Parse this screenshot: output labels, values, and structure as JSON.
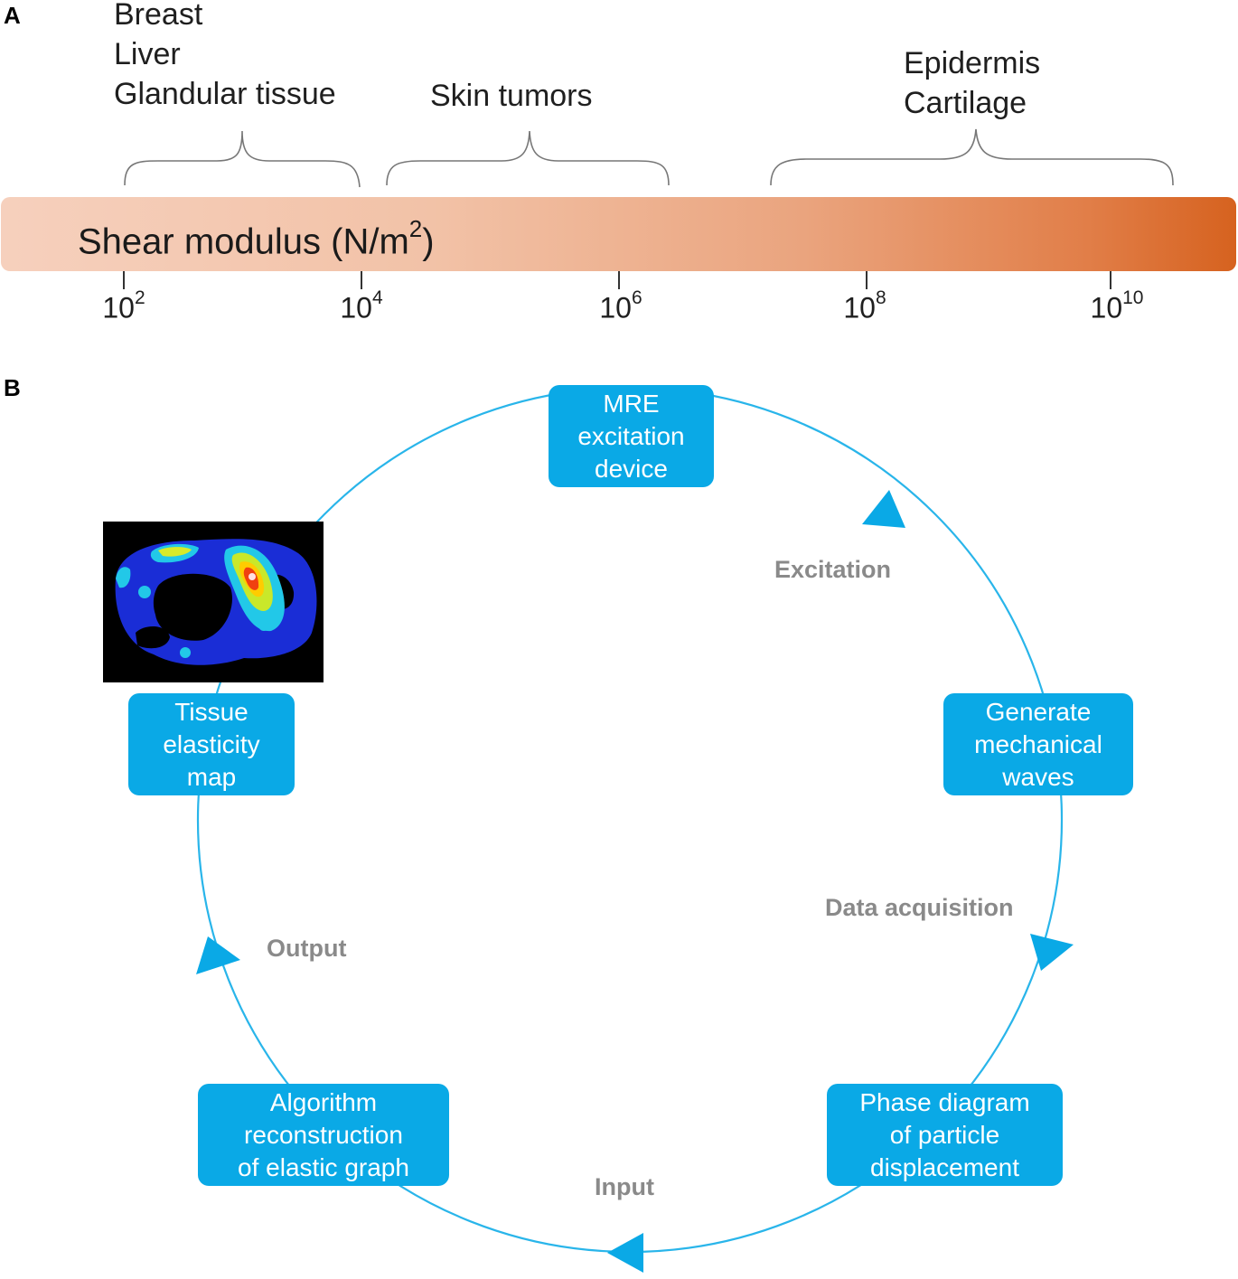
{
  "panels": {
    "a": "A",
    "b": "B"
  },
  "panel_a": {
    "groups": [
      {
        "lines": [
          "Breast",
          "Liver",
          "Glandular tissue"
        ]
      },
      {
        "lines": [
          "Skin tumors"
        ]
      },
      {
        "lines": [
          "Epidermis",
          "Cartilage"
        ]
      }
    ],
    "bar_label": "Shear modulus (N/m",
    "bar_label_sup": "2",
    "bar_label_close": ")",
    "ticks": [
      {
        "base": "10",
        "exp": "2"
      },
      {
        "base": "10",
        "exp": "4"
      },
      {
        "base": "10",
        "exp": "6"
      },
      {
        "base": "10",
        "exp": "8"
      },
      {
        "base": "10",
        "exp": "10"
      }
    ],
    "colors": {
      "bar_start": "#f6d0bd",
      "bar_end": "#d6621f"
    }
  },
  "panel_b": {
    "nodes": {
      "mre": [
        "MRE",
        "excitation",
        "device"
      ],
      "generate": [
        "Generate",
        "mechanical",
        "waves"
      ],
      "phase": [
        "Phase diagram",
        "of particle",
        "displacement"
      ],
      "algorithm": [
        "Algorithm",
        "reconstruction",
        "of elastic graph"
      ],
      "tissue": [
        "Tissue",
        "elasticity",
        "map"
      ]
    },
    "steps": {
      "excitation": "Excitation",
      "data_acquisition": "Data acquisition",
      "input": "Input",
      "output": "Output"
    },
    "colors": {
      "box": "#0aa9e6",
      "cycle_line": "#29b5ea",
      "step_text": "#8a8a8a"
    }
  }
}
